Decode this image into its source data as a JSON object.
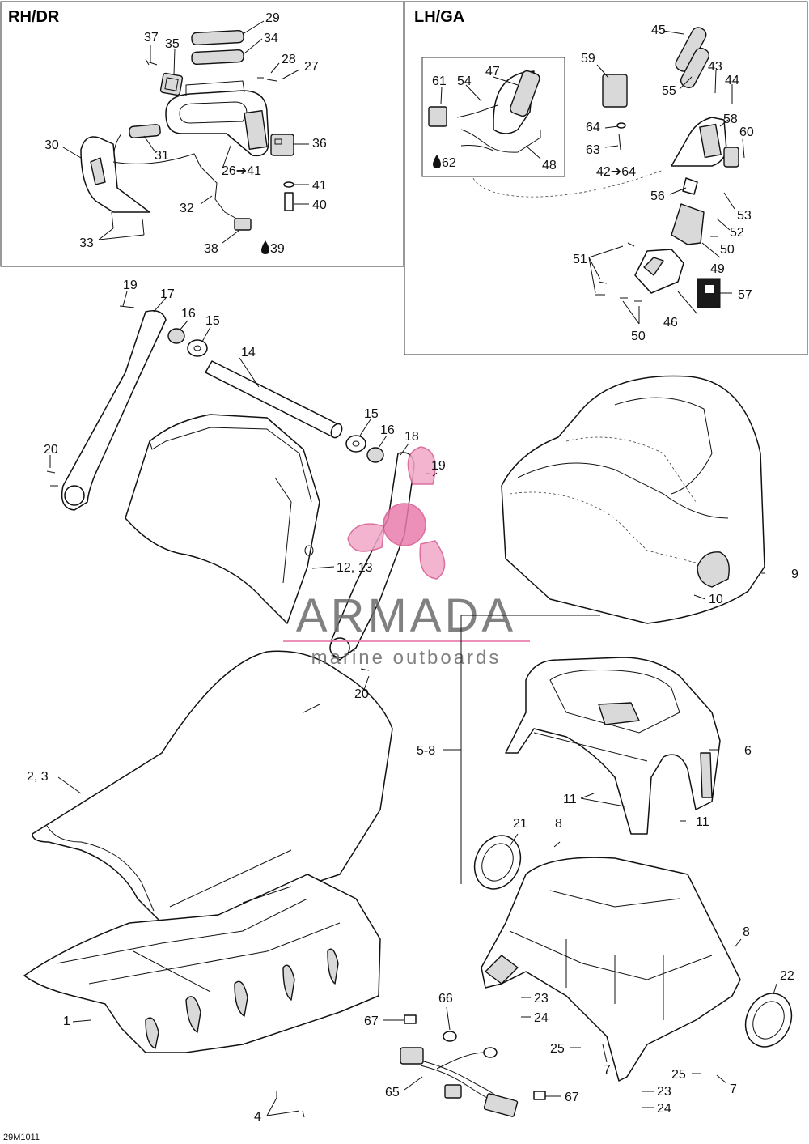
{
  "diagram": {
    "panels": {
      "rh": {
        "title": "RH/DR"
      },
      "lh": {
        "title": "LH/GA"
      }
    },
    "watermark": {
      "name": "ARMADA",
      "tagline": "marine outboards"
    },
    "drawing_code": "29M1011",
    "callouts": {
      "c1": "1",
      "c2_3": "2, 3",
      "c4": "4",
      "c5_8": "5-8",
      "c6": "6",
      "c7a": "7",
      "c7b": "7",
      "c8a": "8",
      "c8b": "8",
      "c9": "9",
      "c10": "10",
      "c11a": "11",
      "c11b": "11",
      "c12_13": "12, 13",
      "c14": "14",
      "c15a": "15",
      "c15b": "15",
      "c16a": "16",
      "c16b": "16",
      "c17": "17",
      "c18": "18",
      "c19a": "19",
      "c19b": "19",
      "c20a": "20",
      "c20b": "20",
      "c21": "21",
      "c22": "22",
      "c23a": "23",
      "c23b": "23",
      "c24a": "24",
      "c24b": "24",
      "c25a": "25",
      "c25b": "25",
      "c26_41": "26➔41",
      "c27": "27",
      "c28": "28",
      "c29": "29",
      "c30": "30",
      "c31": "31",
      "c32": "32",
      "c33": "33",
      "c34": "34",
      "c35": "35",
      "c36": "36",
      "c37": "37",
      "c38": "38",
      "c39": "39",
      "c40": "40",
      "c41": "41",
      "c42_64": "42➔64",
      "c43": "43",
      "c44": "44",
      "c45": "45",
      "c46": "46",
      "c47": "47",
      "c48": "48",
      "c49": "49",
      "c50a": "50",
      "c50b": "50",
      "c51": "51",
      "c52": "52",
      "c53": "53",
      "c54": "54",
      "c55": "55",
      "c56": "56",
      "c57": "57",
      "c58": "58",
      "c59": "59",
      "c60": "60",
      "c61": "61",
      "c62": "62",
      "c63": "63",
      "c64": "64",
      "c65": "65",
      "c66": "66",
      "c67a": "67",
      "c67b": "67"
    }
  }
}
